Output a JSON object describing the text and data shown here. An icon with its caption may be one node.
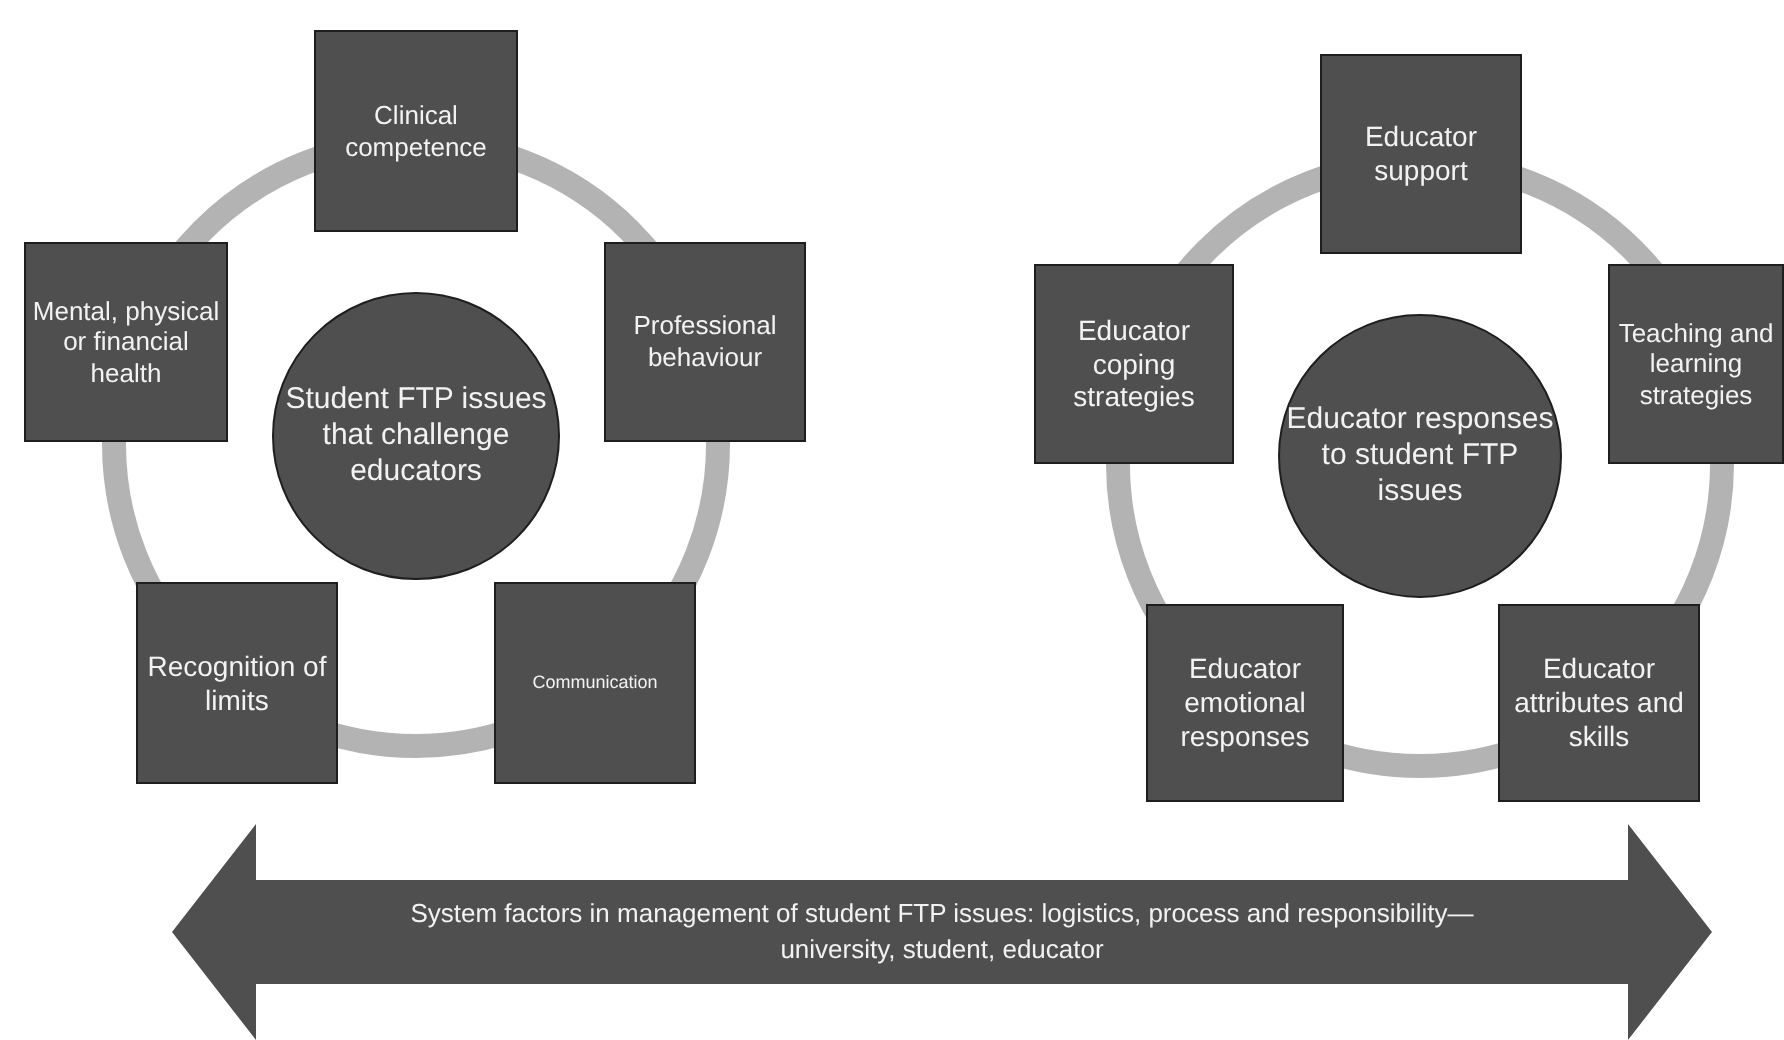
{
  "diagram": {
    "nodes": [
      {
        "text": [
          "Clinical competence"
        ]
      },
      {
        "text": [
          "Mental, physical or financial health"
        ]
      },
      {
        "text": [
          "Student FTP issues that challenge educators"
        ]
      },
      {
        "text": [
          "Professional behaviour"
        ]
      },
      {
        "text": [
          "Recognition of limits"
        ]
      },
      {
        "text": [
          "Communication"
        ]
      },
      {
        "text": [
          "Educator support"
        ]
      },
      {
        "text": [
          "Educator coping strategies"
        ]
      },
      {
        "text": [
          "Educator responses to student FTP issues"
        ]
      },
      {
        "text": [
          "Teaching and learning strategies"
        ]
      },
      {
        "text": [
          "Educator emotional responses"
        ]
      },
      {
        "text": [
          "Educator attributes and skills"
        ]
      },
      {
        "text": [
          "System factors in management of student FTP issues: logistics, process and responsibility—university, student, educator"
        ]
      }
    ]
  }
}
